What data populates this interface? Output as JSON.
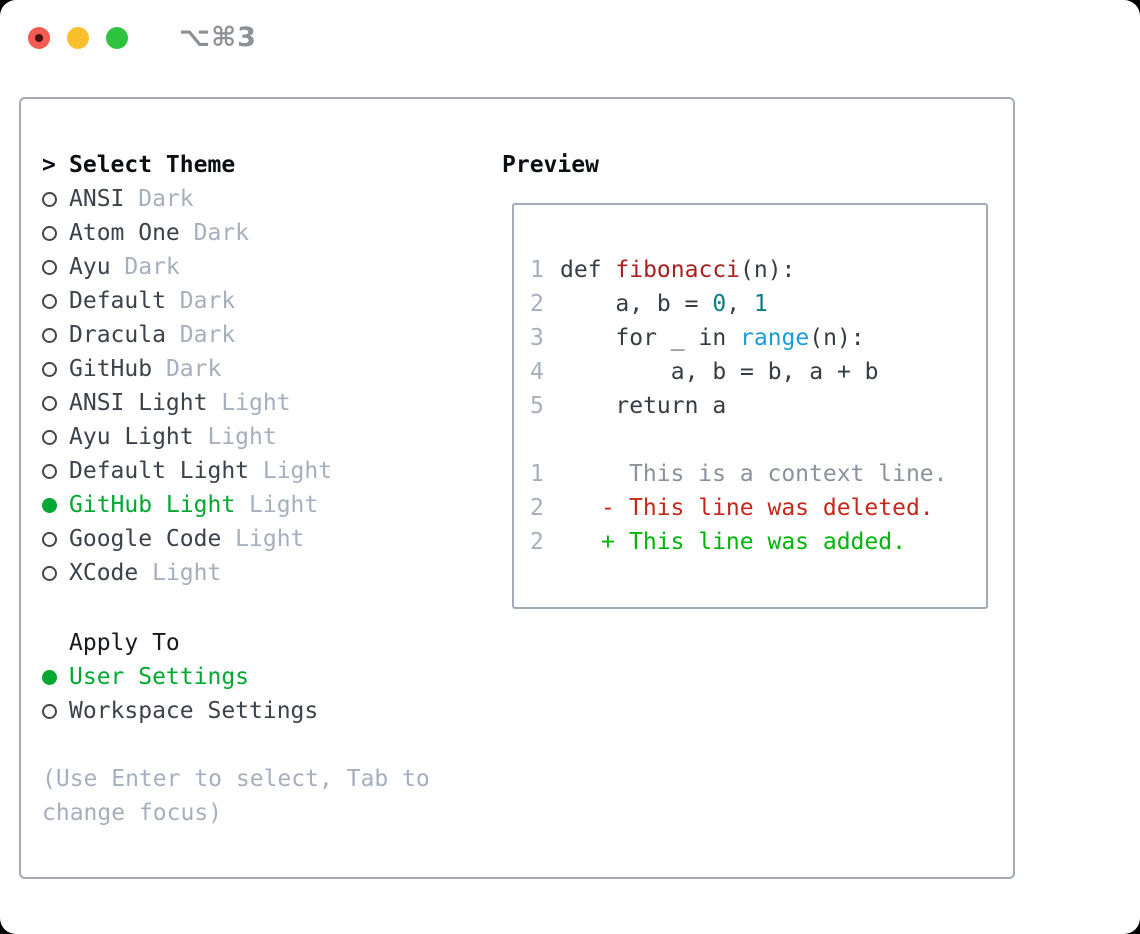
{
  "window": {
    "title": "⌥⌘3"
  },
  "traffic_lights": {
    "close_color": "#f25c52",
    "minimize_color": "#f9bf2d",
    "zoom_color": "#2ec33e"
  },
  "theme_picker": {
    "prompt": ">",
    "title": "Select Theme",
    "themes": [
      {
        "name": "ANSI",
        "variant": "Dark",
        "selected": false
      },
      {
        "name": "Atom One",
        "variant": "Dark",
        "selected": false
      },
      {
        "name": "Ayu",
        "variant": "Dark",
        "selected": false
      },
      {
        "name": "Default",
        "variant": "Dark",
        "selected": false
      },
      {
        "name": "Dracula",
        "variant": "Dark",
        "selected": false
      },
      {
        "name": "GitHub",
        "variant": "Dark",
        "selected": false
      },
      {
        "name": "ANSI Light",
        "variant": "Light",
        "selected": false
      },
      {
        "name": "Ayu Light",
        "variant": "Light",
        "selected": false
      },
      {
        "name": "Default Light",
        "variant": "Light",
        "selected": false
      },
      {
        "name": "GitHub Light",
        "variant": "Light",
        "selected": true
      },
      {
        "name": "Google Code",
        "variant": "Light",
        "selected": false
      },
      {
        "name": "XCode",
        "variant": "Light",
        "selected": false
      }
    ]
  },
  "apply_to": {
    "title": "Apply To",
    "options": [
      {
        "label": "User Settings",
        "selected": true
      },
      {
        "label": "Workspace Settings",
        "selected": false
      }
    ]
  },
  "help_text": "(Use Enter to select, Tab to change focus)",
  "preview": {
    "title": "Preview",
    "code_lines": [
      {
        "no": "1",
        "segments": [
          {
            "t": "def ",
            "c": "plain"
          },
          {
            "t": "fibonacci",
            "c": "func"
          },
          {
            "t": "(n):",
            "c": "plain"
          }
        ]
      },
      {
        "no": "2",
        "segments": [
          {
            "t": "    a, b = ",
            "c": "plain"
          },
          {
            "t": "0",
            "c": "num"
          },
          {
            "t": ", ",
            "c": "plain"
          },
          {
            "t": "1",
            "c": "num"
          }
        ]
      },
      {
        "no": "3",
        "segments": [
          {
            "t": "    for _ in ",
            "c": "plain"
          },
          {
            "t": "range",
            "c": "builtin"
          },
          {
            "t": "(n):",
            "c": "plain"
          }
        ]
      },
      {
        "no": "4",
        "segments": [
          {
            "t": "        a, b = b, a + b",
            "c": "plain"
          }
        ]
      },
      {
        "no": "5",
        "segments": [
          {
            "t": "    return a",
            "c": "plain"
          }
        ]
      }
    ],
    "diff_lines": [
      {
        "no": "1",
        "marker": " ",
        "text": "This is a context line.",
        "type": "context"
      },
      {
        "no": "2",
        "marker": "-",
        "text": "This line was deleted.",
        "type": "deleted"
      },
      {
        "no": "2",
        "marker": "+",
        "text": "This line was added.",
        "type": "added"
      }
    ]
  },
  "colors": {
    "ui_selected_green": "#00a831",
    "diff_added_green": "#00b509",
    "diff_deleted_red": "#c5271a",
    "function_red": "#a62121",
    "number_teal": "#0c7d87",
    "builtin_blue": "#1d9bd7",
    "muted_gray": "#a7afbd",
    "panel_border": "#a3abb9"
  }
}
